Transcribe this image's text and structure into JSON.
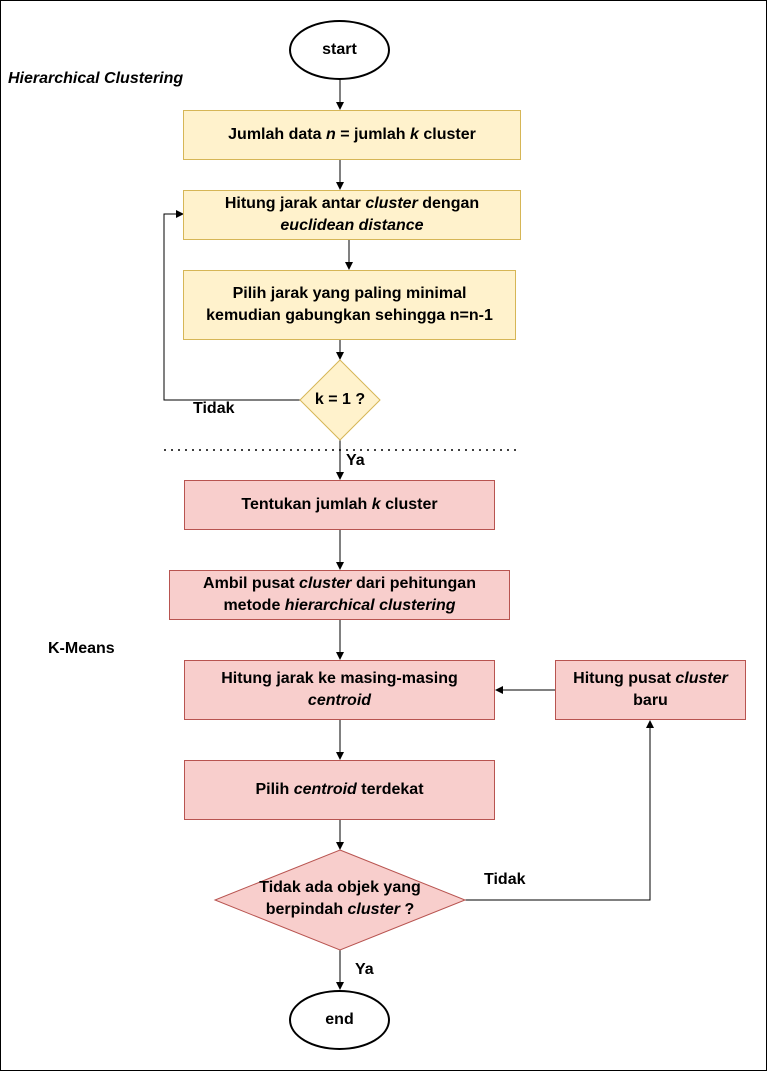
{
  "sections": {
    "hierarchical": "Hierarchical Clustering",
    "kmeans": "K-Means"
  },
  "nodes": {
    "start": "start",
    "end": "end",
    "h1": {
      "a": "Jumlah data ",
      "b": "n",
      "c": " = jumlah ",
      "d": "k",
      "e": " cluster"
    },
    "h2": {
      "a": "Hitung jarak antar ",
      "b": "cluster",
      "c": " dengan",
      "d": "euclidean distance"
    },
    "h3": {
      "line1": "Pilih jarak yang paling minimal",
      "line2": "kemudian gabungkan sehingga n=n-1"
    },
    "d1": "k = 1 ?",
    "k1": {
      "a": "Tentukan jumlah ",
      "b": "k",
      "c": " cluster"
    },
    "k2": {
      "a": "Ambil pusat ",
      "b": "cluster",
      "c": " dari pehitungan",
      "d": "metode ",
      "e": "hierarchical clustering"
    },
    "k3": {
      "line1": "Hitung jarak ke masing-masing",
      "line2": "centroid"
    },
    "k4": {
      "a": "Pilih ",
      "b": "centroid",
      "c": " terdekat"
    },
    "d2": {
      "line1": "Tidak ada objek yang",
      "a": "berpindah ",
      "b": "cluster",
      "c": " ?"
    },
    "side": {
      "a": "Hitung pusat ",
      "b": "cluster",
      "line2": "baru"
    }
  },
  "edge_labels": {
    "d1_no": "Tidak",
    "d1_yes": "Ya",
    "d2_no": "Tidak",
    "d2_yes": "Ya"
  },
  "colors": {
    "hierarchical_fill": "#fff2cc",
    "hierarchical_stroke": "#d6b656",
    "kmeans_fill": "#f8cecc",
    "kmeans_stroke": "#b85450"
  }
}
